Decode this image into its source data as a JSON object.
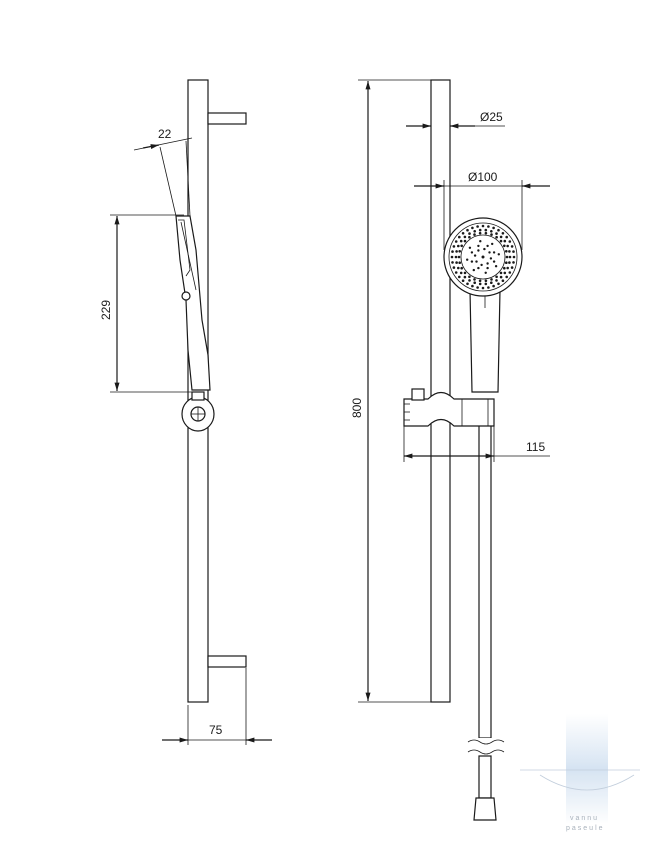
{
  "diagram": {
    "dimensions": {
      "hose_angle": "22",
      "head_length": "229",
      "total_height": "800",
      "rail_diameter": "Ø25",
      "head_diameter": "Ø100",
      "slider_depth": "115",
      "bracket_depth": "75"
    },
    "watermark": {
      "line1": "vannu",
      "line2": "paseule"
    },
    "colors": {
      "line": "#1a1a1a",
      "watermark_band": "#cfdff0"
    }
  }
}
